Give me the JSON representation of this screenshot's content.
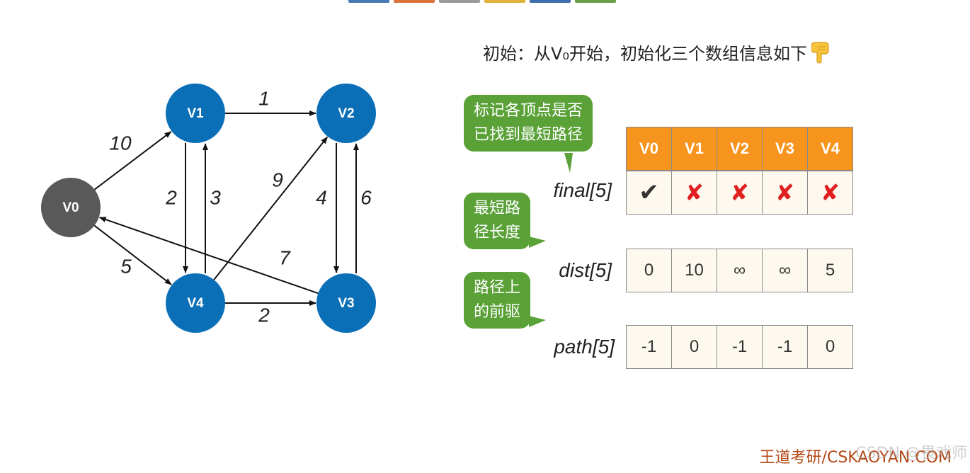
{
  "graph": {
    "nodes": [
      {
        "id": "V0",
        "label": "V0",
        "color": "#595959"
      },
      {
        "id": "V1",
        "label": "V1",
        "color": "#0b6fb7"
      },
      {
        "id": "V2",
        "label": "V2",
        "color": "#0b6fb7"
      },
      {
        "id": "V3",
        "label": "V3",
        "color": "#0b6fb7"
      },
      {
        "id": "V4",
        "label": "V4",
        "color": "#0b6fb7"
      }
    ],
    "edges": [
      {
        "from": "V0",
        "to": "V1",
        "weight": "10"
      },
      {
        "from": "V0",
        "to": "V4",
        "weight": "5"
      },
      {
        "from": "V1",
        "to": "V2",
        "weight": "1"
      },
      {
        "from": "V1",
        "to": "V4",
        "weight": "2"
      },
      {
        "from": "V4",
        "to": "V1",
        "weight": "3"
      },
      {
        "from": "V4",
        "to": "V2",
        "weight": "9"
      },
      {
        "from": "V4",
        "to": "V3",
        "weight": "2"
      },
      {
        "from": "V2",
        "to": "V3",
        "weight": "4"
      },
      {
        "from": "V3",
        "to": "V2",
        "weight": "6"
      },
      {
        "from": "V3",
        "to": "V0",
        "weight": "7"
      }
    ]
  },
  "intro": {
    "text": "初始：从V₀开始，初始化三个数组信息如下",
    "icon": "pointing-down-hand-icon"
  },
  "bubbles": {
    "final": {
      "line1": "标记各顶点是否",
      "line2": "已找到最短路径"
    },
    "dist": {
      "line1": "最短路",
      "line2": "径长度"
    },
    "path": {
      "line1": "路径上",
      "line2": "的前驱"
    }
  },
  "arrays": {
    "headers": [
      "V0",
      "V1",
      "V2",
      "V3",
      "V4"
    ],
    "final": {
      "label": "final[5]",
      "values": [
        "✔",
        "✘",
        "✘",
        "✘",
        "✘"
      ]
    },
    "dist": {
      "label": "dist[5]",
      "values": [
        "0",
        "10",
        "∞",
        "∞",
        "5"
      ]
    },
    "path": {
      "label": "path[5]",
      "values": [
        "-1",
        "0",
        "-1",
        "-1",
        "0"
      ]
    }
  },
  "colors": {
    "header": "#f7941d",
    "bubble": "#5aa137",
    "cell": "#fdf9ee",
    "cross": "#e02020",
    "footer": "#b34716",
    "topstrip": [
      "#4a7ab5",
      "#d9733a",
      "#9a9a9a",
      "#e0b23a",
      "#3f6fae",
      "#6aa04a"
    ]
  },
  "footer": {
    "text": "王道考研/CSKAOYAN.COM",
    "watermark": "CSDN @畏戏师"
  }
}
